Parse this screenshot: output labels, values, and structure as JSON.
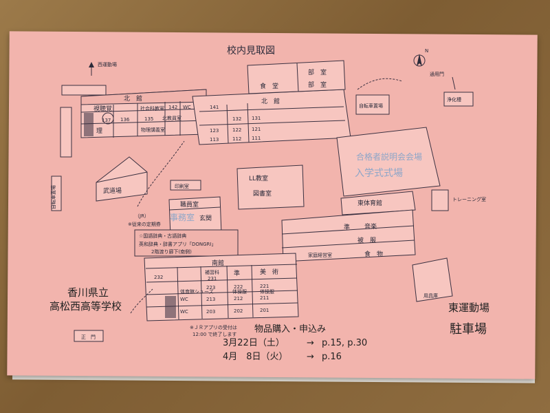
{
  "map": {
    "title": "校内見取図",
    "north": "N",
    "labels": {
      "west_field": "西運動場",
      "east_gate": "通用門",
      "north_building": "北　館",
      "north_building_2": "北　館",
      "audiovisual": "視聴覚",
      "social": "社会科教室",
      "room142": "142",
      "wc": "WC",
      "room137": "137",
      "room136": "136",
      "room135": "135",
      "northlecture": "北教員室",
      "science": "理",
      "physics": "物理講義室",
      "room141": "141",
      "room132": "132",
      "room131": "131",
      "room123": "123",
      "room122": "122",
      "room121": "121",
      "room113": "113",
      "room112": "112",
      "room111": "111",
      "food": "食　堂",
      "club": "部　室",
      "bike1": "自転車置場",
      "bike2": "自転車置場",
      "purify": "浄化槽",
      "budo": "武道場",
      "exam_result": "合格者説明会会場",
      "entrance_ceremony": "入学式式場",
      "east_gym": "東体育館",
      "staff": "職員室",
      "office": "事務室",
      "entrance": "玄関",
      "print": "印刷室",
      "ll": "LL教室",
      "library": "図書室",
      "south_building": "南館",
      "south_note": "※従来の定期券",
      "jr": "（JR）",
      "dict_title": "☆国語辞典・古語辞典",
      "dict_app": "英和辞典・辞書アプリ「DONGRI」",
      "dict_place": "2階渡り廊下(南側)",
      "supp": "補習科",
      "room231": "231",
      "room232": "232",
      "room223": "223",
      "room222": "222",
      "room221": "221",
      "room213": "213",
      "room212": "212",
      "room211": "211",
      "room203": "203",
      "room202": "202",
      "room201": "201",
      "shoes": "体育館シューズ",
      "pe1": "体操服",
      "pe2": "体操服",
      "prep": "準",
      "art": "美　術",
      "music": "音楽",
      "clothes": "被　服",
      "foodlab": "食　物",
      "home": "家庭経営室",
      "tools": "用具庫",
      "training": "トレーニング室",
      "school_name_1": "香川県立",
      "school_name_2": "高松西高等学校",
      "main_gate": "正　門",
      "jr_app_note_1": "※ＪＲアプリの受付は",
      "jr_app_note_2": "12:00 で終了します",
      "east_field": "東運動場",
      "parking": "駐車場"
    },
    "schedule": {
      "heading": "物品購入・申込み",
      "rows": [
        {
          "date": "3月22日（土）",
          "arrow": "→",
          "pages": "p.15, p.30"
        },
        {
          "date": "4月　8日（火）",
          "arrow": "→",
          "pages": "p.16"
        }
      ]
    }
  }
}
